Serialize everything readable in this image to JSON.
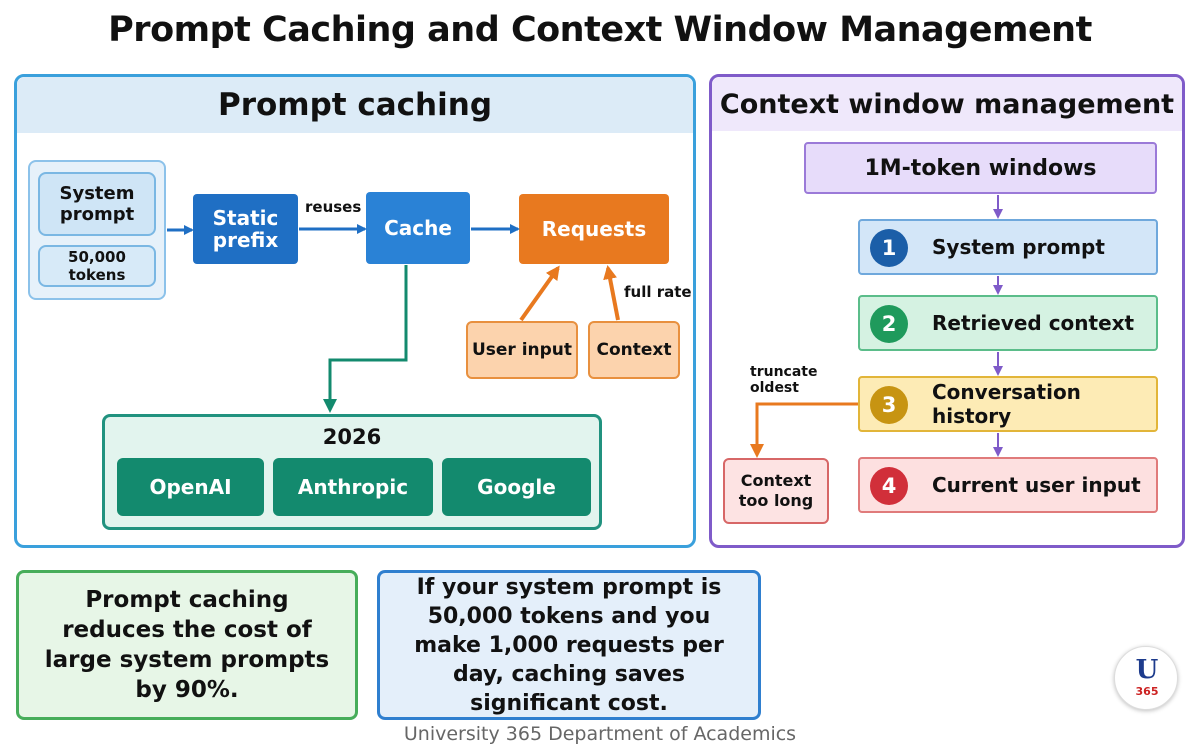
{
  "title": "Prompt Caching and Context Window Management",
  "left_panel": {
    "header": "Prompt caching",
    "system_prompt": "System prompt",
    "tokens": "50,000 tokens",
    "static_prefix": "Static prefix",
    "reuses_label": "reuses",
    "cache": "Cache",
    "requests": "Requests",
    "full_rate_label": "full rate",
    "user_input": "User input",
    "context": "Context",
    "year": "2026",
    "providers": [
      "OpenAI",
      "Anthropic",
      "Google"
    ]
  },
  "right_panel": {
    "header": "Context window management",
    "window": "1M-token windows",
    "layers": [
      {
        "num": "1",
        "label": "System prompt",
        "color": "#1b5ea8"
      },
      {
        "num": "2",
        "label": "Retrieved context",
        "color": "#1f9a5c"
      },
      {
        "num": "3",
        "label": "Conversation history",
        "color": "#c79412"
      },
      {
        "num": "4",
        "label": "Current user input",
        "color": "#d12f3a"
      }
    ],
    "truncate_label": "truncate oldest",
    "context_too_long": "Context too long"
  },
  "notes": {
    "note1": "Prompt caching reduces the cost of large system prompts by 90%.",
    "note2": "If your system prompt is 50,000 tokens and you make 1,000 requests per day, caching saves significant cost."
  },
  "footer": "University 365 Department of Academics",
  "logo": {
    "letter": "U",
    "number": "365"
  },
  "colors": {
    "blue_border": "#3aa0dc",
    "purple_border": "#7f5bc9",
    "arrow_blue": "#1f6fc4",
    "arrow_orange": "#e8791f",
    "arrow_teal": "#138a6e",
    "arrow_purple": "#7f5bc9"
  }
}
